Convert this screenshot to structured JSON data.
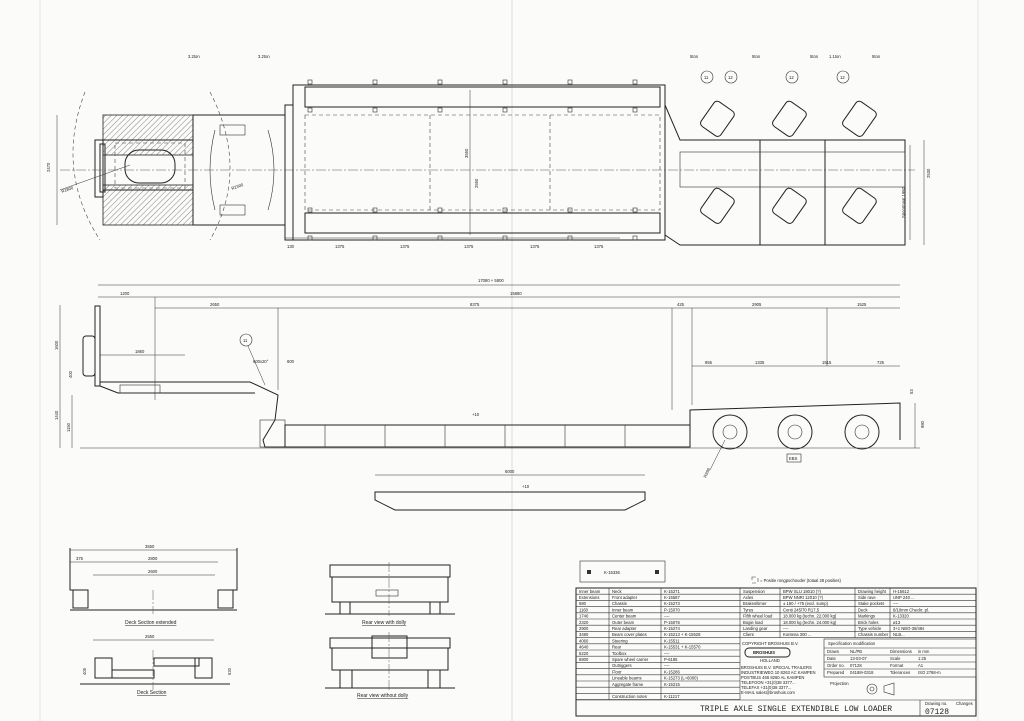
{
  "drawing": {
    "title": "TRIPLE AXLE SINGLE EXTENDIBLE LOW LOADER",
    "drawing_no_label": "Drawing no.",
    "drawing_no": "07128",
    "changes_label": "Changes",
    "projection_label": "Projection"
  },
  "top_view": {
    "loads": [
      "3.2ton",
      "3.2ton",
      "5ton",
      "5ton",
      "5ton",
      "1.1ton",
      "5ton"
    ],
    "callouts": [
      "11",
      "12",
      "12",
      "12"
    ],
    "dims": {
      "width_front": "2470",
      "radius_front": "R1800",
      "radius_swing": "R2300",
      "inner_3550": "3550",
      "inner_2550": "2550",
      "spoormaat": "Spoormaat 1950",
      "width_rear": "2530",
      "spacing": [
        "130",
        "1375",
        "1375",
        "1375",
        "1375",
        "1375"
      ]
    }
  },
  "side_view": {
    "overall": "17080 + 5800",
    "row2": [
      "1200",
      "15880"
    ],
    "row3": [
      "2650",
      "8375",
      "425",
      "2905",
      "1525"
    ],
    "axles": [
      "855",
      "1335",
      "1515",
      "725"
    ],
    "neck": [
      "1860",
      "600x20°",
      "600"
    ],
    "heights": [
      "1600",
      "400",
      "1440",
      "1150",
      "53",
      "980"
    ],
    "callout": "11",
    "slope": "+10",
    "radius": "R398",
    "ebs": "EBS"
  },
  "extended_deck": {
    "length": "6000",
    "slope": "+10"
  },
  "deck_section_extended": {
    "caption": "Deck Section extended",
    "dims": [
      "3550",
      "375",
      "2800",
      "2600"
    ]
  },
  "deck_section": {
    "caption": "Deck Section",
    "dims": [
      "2550",
      "405",
      "520"
    ]
  },
  "rear_views": {
    "with_dolly": "Rear view with dolly",
    "without_dolly": "Rear view without dolly"
  },
  "positie": {
    "plate_code": "K-15336",
    "legend": "= Positie rongpochouder (totaal 28 posities)"
  },
  "title_block": {
    "parts": [
      [
        "Inner beam",
        "Neck",
        "K-15271"
      ],
      [
        "Extensions",
        "Front adapter",
        "K-15587"
      ],
      [
        "580",
        "Chassis",
        "K-15273"
      ],
      [
        "1160",
        "Inner beam",
        "P-15070"
      ],
      [
        "1740",
        "Center beam",
        "----"
      ],
      [
        "2320",
        "Outer beam",
        "P-15076"
      ],
      [
        "2900",
        "Rear adapter",
        "K-15274"
      ],
      [
        "3480",
        "Beam cover plates",
        "K-15213 + K-15528"
      ],
      [
        "4060",
        "Steering",
        "K-15511"
      ],
      [
        "4640",
        "Rear",
        "K-15531 + K-15570"
      ],
      [
        "5220",
        "Toolbox",
        "----"
      ],
      [
        "5800",
        "Spare wheel carrier",
        "P-6185"
      ],
      [
        "",
        "Outriggers",
        "----"
      ],
      [
        "",
        "Floor",
        "K-15286"
      ],
      [
        "",
        "Lineable beams",
        "K-15273 (L=6000)"
      ],
      [
        "",
        "Aggregate frame",
        "K-15215"
      ],
      [
        "",
        "",
        ""
      ],
      [
        "",
        "Construction notes",
        "K-11217"
      ]
    ],
    "specs": [
      [
        "Suspension",
        "BPW SLU 18010 (?)"
      ],
      [
        "Axles",
        "BPW NNRI 12010 (?)"
      ],
      [
        "Brakes/timer",
        "± 160 / +75 (excl. sump)"
      ],
      [
        "Tyres",
        "Conti 245/70 R17.5"
      ],
      [
        "Fifth wheel load",
        "18.000 kg (techn. 22.000 kg)"
      ],
      [
        "Bogie load",
        "18.000 kg (techn. 24.000 kg)"
      ],
      [
        "Landing gear",
        "----"
      ],
      [
        "Client",
        "Kontena 300 ..."
      ]
    ],
    "vehicle": [
      [
        "Drawing height",
        "H-15612"
      ],
      [
        "Side rave",
        "UNP 240 ..."
      ],
      [
        "Stake pockets",
        "----"
      ],
      [
        "Deck",
        "8/10mm Checkr. pl."
      ],
      [
        "Markings",
        "K-13320"
      ],
      [
        "Brick holes",
        "ø13"
      ],
      [
        "Type vehicle",
        "3+1 NBO-38/48s"
      ],
      [
        "Chassis number",
        "NLB..."
      ]
    ],
    "company": {
      "copyright": "COPYRIGHT BROSHUIS B.V.",
      "logo": "BROSHUIS",
      "country": "HOLLAND",
      "address": [
        "BROSHUIS B.V. SPECIAL TRAILERS",
        "INDUSTRIEWEG 10 8263 AC KAMPEN",
        "POSTBUS 466 8260 AL KAMPEN",
        "TELEFOON +31(0)38 3377...",
        "TELEFAX +31(0)38 3377...",
        "E-MAIL sales@broshuis.com"
      ]
    },
    "spec_mod": {
      "header": "Specification modification",
      "rows": [
        [
          "Drawn",
          "NL/PB",
          "Dimensions",
          "in mm"
        ],
        [
          "Date",
          "13-03-07",
          "Scale",
          "1:25"
        ],
        [
          "Order no.",
          "07128",
          "Format",
          "A1"
        ],
        [
          "Prepared",
          "04188+0318",
          "Tolerances",
          "ISO 2768-m"
        ]
      ]
    }
  }
}
